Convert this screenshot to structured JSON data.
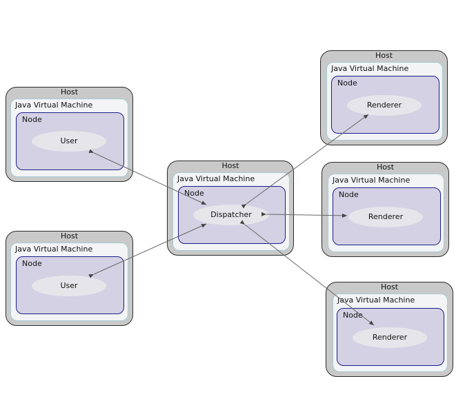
{
  "hosts": [
    {
      "label": "Host",
      "jvm": "Java Virtual Machine",
      "node": "Node",
      "component": "User"
    },
    {
      "label": "Host",
      "jvm": "Java Virtual Machine",
      "node": "Node",
      "component": "User"
    },
    {
      "label": "Host",
      "jvm": "Java Virtual Machine",
      "node": "Node",
      "component": "Dispatcher"
    },
    {
      "label": "Host",
      "jvm": "Java Virtual Machine",
      "node": "Node",
      "component": "Renderer"
    },
    {
      "label": "Host",
      "jvm": "Java Virtual Machine",
      "node": "Node",
      "component": "Renderer"
    },
    {
      "label": "Host",
      "jvm": "Java Virtual Machine",
      "node": "Node",
      "component": "Renderer"
    }
  ],
  "connections": [
    {
      "from": "User",
      "to": "Dispatcher",
      "direction": "both"
    },
    {
      "from": "User",
      "to": "Dispatcher",
      "direction": "both"
    },
    {
      "from": "Dispatcher",
      "to": "Renderer",
      "direction": "both"
    },
    {
      "from": "Dispatcher",
      "to": "Renderer",
      "direction": "both"
    },
    {
      "from": "Dispatcher",
      "to": "Renderer",
      "direction": "both"
    }
  ],
  "colors": {
    "host_fill": "#c9c9c9",
    "jvm_fill": "#f2f4f5",
    "jvm_border": "#a9cbd6",
    "node_fill": "#d3d1e3",
    "node_border": "#1c1c8c",
    "component_fill": "#e6e6ea",
    "connector": "#555555"
  }
}
